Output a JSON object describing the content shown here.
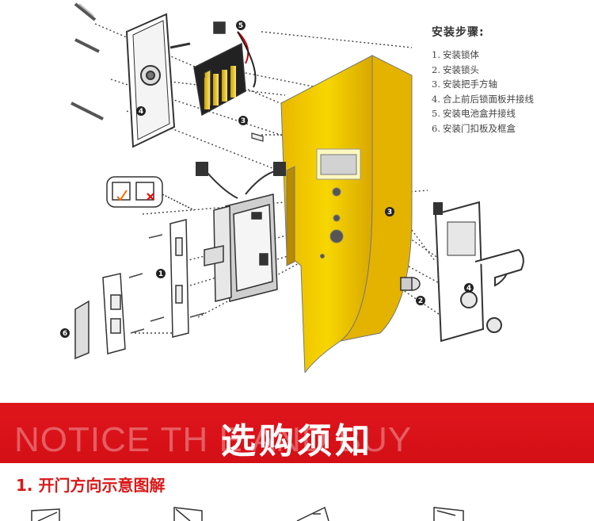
{
  "install_steps": {
    "title": "安装步骤:",
    "items": [
      {
        "num": "1.",
        "text": "安装锁体"
      },
      {
        "num": "2.",
        "text": "安装锁头"
      },
      {
        "num": "3.",
        "text": "安装把手方轴"
      },
      {
        "num": "4.",
        "text": "合上前后锁面板并接线"
      },
      {
        "num": "5.",
        "text": "安装电池盒并接线"
      },
      {
        "num": "6.",
        "text": "安装门扣板及框盒"
      }
    ]
  },
  "callouts": [
    "1",
    "2",
    "3",
    "4",
    "5",
    "6"
  ],
  "banner": {
    "title": "选购须知",
    "background_text": "NOTICE TH        E AND BUY",
    "color": "#e0151c"
  },
  "section": {
    "heading": "1. 开门方向示意图解",
    "color": "#d91a1a"
  },
  "colors": {
    "door": "#f2c400",
    "door_shadow": "#c99a00",
    "outline": "#333333"
  }
}
